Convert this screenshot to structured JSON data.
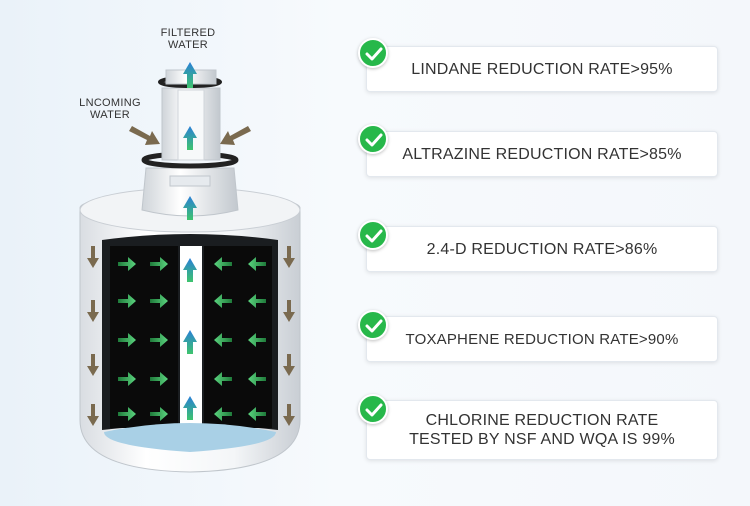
{
  "labels": {
    "filtered": "FILTERED\nWATER",
    "incoming": "LNCOMING\nWATER"
  },
  "features": [
    {
      "text": "LINDANE REDUCTION RATE>95%"
    },
    {
      "text": "ALTRAZINE REDUCTION RATE>85%"
    },
    {
      "text": "2.4-D REDUCTION RATE>86%"
    },
    {
      "text": "TOXAPHENE REDUCTION RATE>90%"
    },
    {
      "text": "CHLORINE REDUCTION RATE\nTESTED BY NSF AND WQA IS 99%"
    }
  ],
  "icons": {
    "feature": "checkmark-icon"
  },
  "colors": {
    "check_green": "#27b84a",
    "carbon_black": "#0a0a0a",
    "arrow_green": "#3ec46d",
    "arrow_blue": "#2a7fd8",
    "arrow_brown": "#7a6a4f",
    "water_blue": "#a9d0e6"
  }
}
